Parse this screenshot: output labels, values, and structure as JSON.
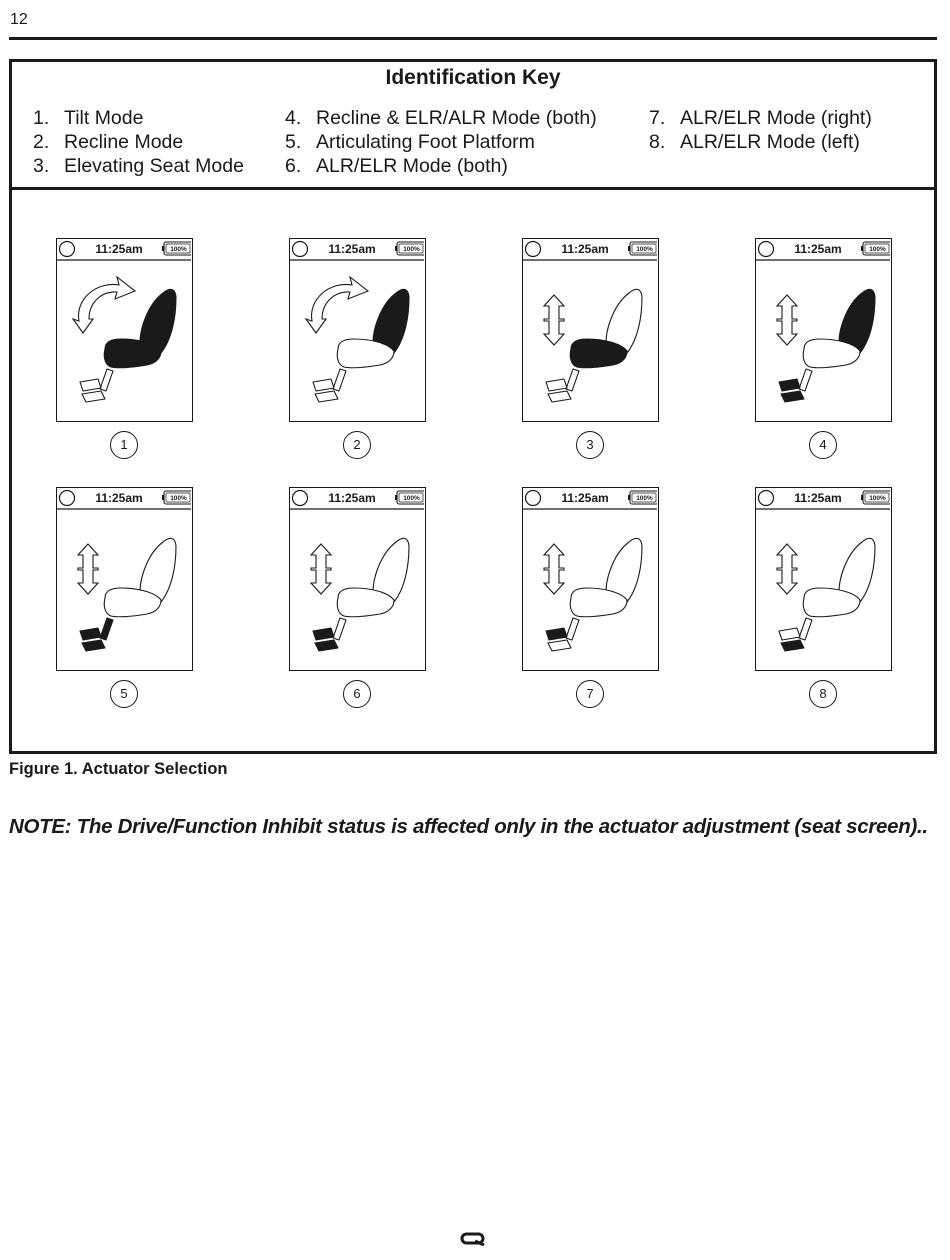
{
  "page": {
    "number": "12"
  },
  "key": {
    "title": "Identification Key",
    "items": [
      {
        "num": "1.",
        "label": "Tilt Mode"
      },
      {
        "num": "2.",
        "label": "Recline Mode"
      },
      {
        "num": "3.",
        "label": "Elevating Seat Mode"
      },
      {
        "num": "4.",
        "label": "Recline & ELR/ALR Mode (both)"
      },
      {
        "num": "5.",
        "label": "Articulating Foot Platform"
      },
      {
        "num": "6.",
        "label": "ALR/ELR Mode (both)"
      },
      {
        "num": "7.",
        "label": "ALR/ELR Mode (right)"
      },
      {
        "num": "8.",
        "label": "ALR/ELR Mode (left)"
      }
    ]
  },
  "screens": [
    {
      "time": "11:25am",
      "battery": "100%",
      "label": "1",
      "icon": "tilt-arrow-icon",
      "filled": [
        "back",
        "seat"
      ]
    },
    {
      "time": "11:25am",
      "battery": "100%",
      "label": "2",
      "icon": "tilt-arrow-icon",
      "filled": [
        "back"
      ]
    },
    {
      "time": "11:25am",
      "battery": "100%",
      "label": "3",
      "icon": "up-down-arrow-icon",
      "filled": [
        "seat"
      ]
    },
    {
      "time": "11:25am",
      "battery": "100%",
      "label": "4",
      "icon": "up-down-arrow-icon",
      "filled": [
        "back",
        "foot-left",
        "foot-right"
      ]
    },
    {
      "time": "11:25am",
      "battery": "100%",
      "label": "5",
      "icon": "up-down-arrow-icon",
      "filled": [
        "leg",
        "foot-left",
        "foot-right"
      ]
    },
    {
      "time": "11:25am",
      "battery": "100%",
      "label": "6",
      "icon": "up-down-arrow-icon",
      "filled": [
        "foot-left",
        "foot-right"
      ]
    },
    {
      "time": "11:25am",
      "battery": "100%",
      "label": "7",
      "icon": "up-down-arrow-icon",
      "filled": [
        "foot-left"
      ]
    },
    {
      "time": "11:25am",
      "battery": "100%",
      "label": "8",
      "icon": "up-down-arrow-icon",
      "filled": [
        "foot-right"
      ]
    }
  ],
  "caption": "Figure 1. Actuator Selection",
  "note": "NOTE: The Drive/Function Inhibit status is affected only in the actuator adjustment (seat screen)..",
  "logo": "q-logo-icon",
  "colors": {
    "ink": "#1a1a1a",
    "fill": "#1a1a1a",
    "paper": "#ffffff"
  }
}
